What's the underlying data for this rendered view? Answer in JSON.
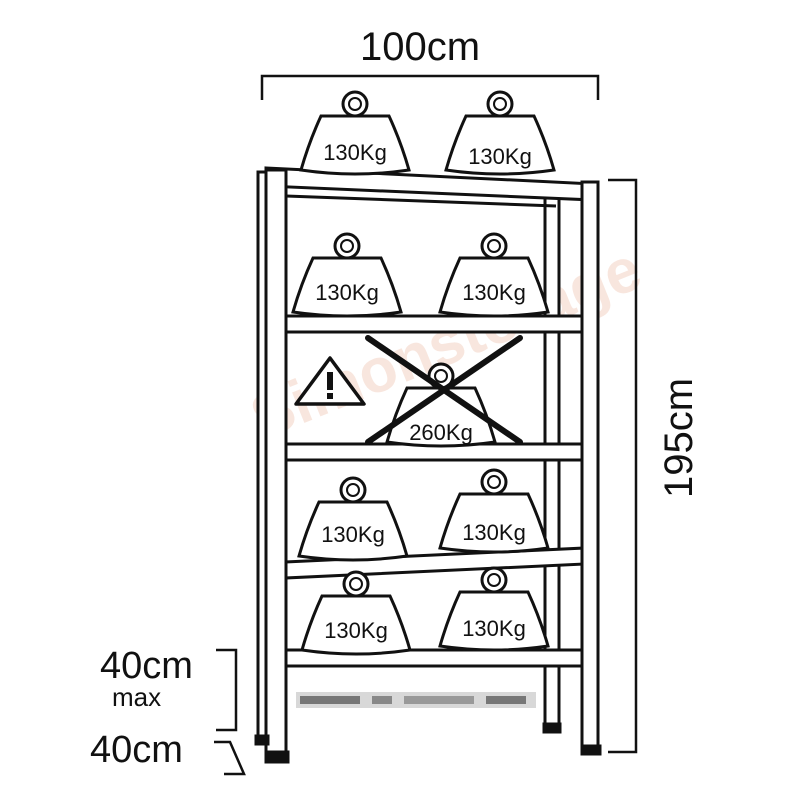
{
  "dimensions": {
    "width": "100cm",
    "height": "195cm",
    "gap": "40cm",
    "gap_suffix": "max",
    "depth": "40cm"
  },
  "shelf_loads": {
    "top_left": "130Kg",
    "top_right": "130Kg",
    "shelf1_left": "130Kg",
    "shelf1_right": "130Kg",
    "forbidden_center": "260Kg",
    "shelf3_left": "130Kg",
    "shelf3_right": "130Kg",
    "shelf4_left": "130Kg",
    "shelf4_right": "130Kg"
  },
  "warning_icon": "warning-triangle-icon",
  "watermark": "Simonstorage",
  "colors": {
    "line": "#111111",
    "watermark": "#f3d3c4"
  }
}
